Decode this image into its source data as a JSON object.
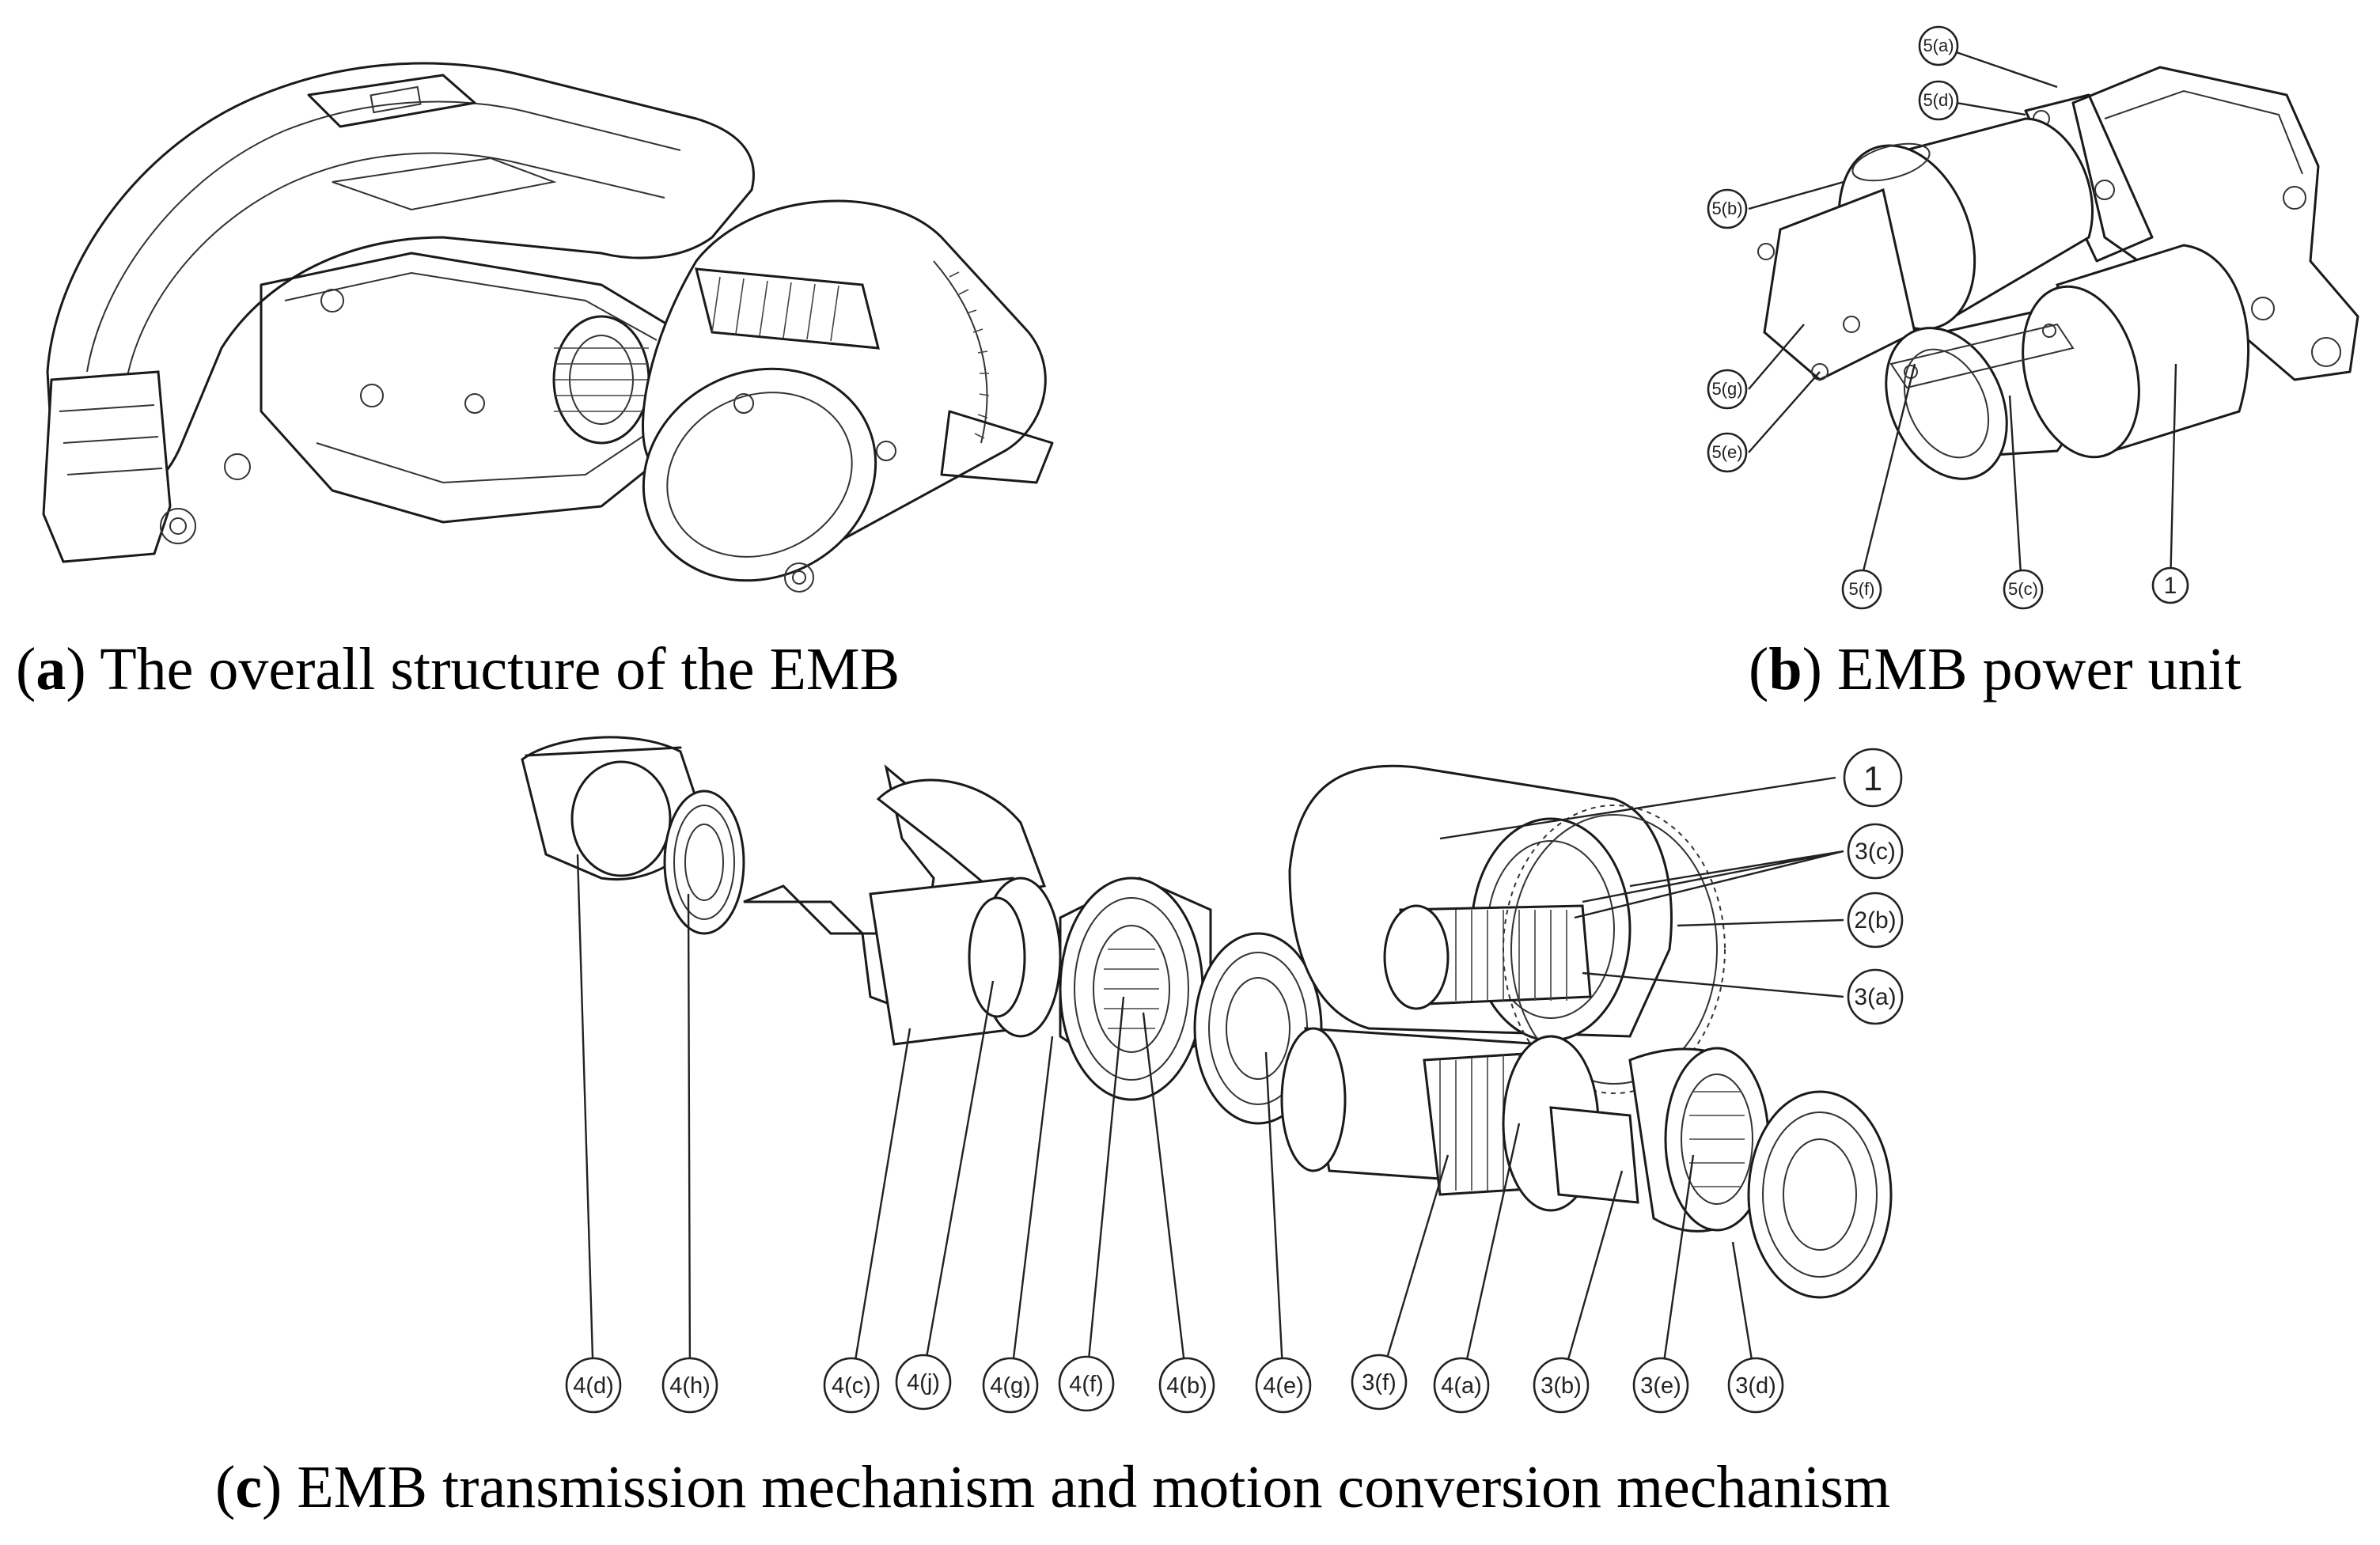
{
  "captions": {
    "a": {
      "letter": "a",
      "text": "The overall structure of the EMB"
    },
    "b": {
      "letter": "b",
      "text": "EMB power unit"
    },
    "c": {
      "letter": "c",
      "text": "EMB transmission mechanism and motion conversion mechanism"
    }
  },
  "power_unit_labels": [
    "5(a)",
    "5(d)",
    "5(b)",
    "5(g)",
    "5(e)",
    "5(f)",
    "5(c)",
    "1"
  ],
  "exploded_right_labels": [
    "1",
    "3(c)",
    "2(b)",
    "3(a)"
  ],
  "exploded_bottom_labels": [
    "4(d)",
    "4(h)",
    "4(c)",
    "4(j)",
    "4(g)",
    "4(f)",
    "4(b)",
    "4(e)",
    "3(f)",
    "4(a)",
    "3(b)",
    "3(e)",
    "3(d)"
  ]
}
